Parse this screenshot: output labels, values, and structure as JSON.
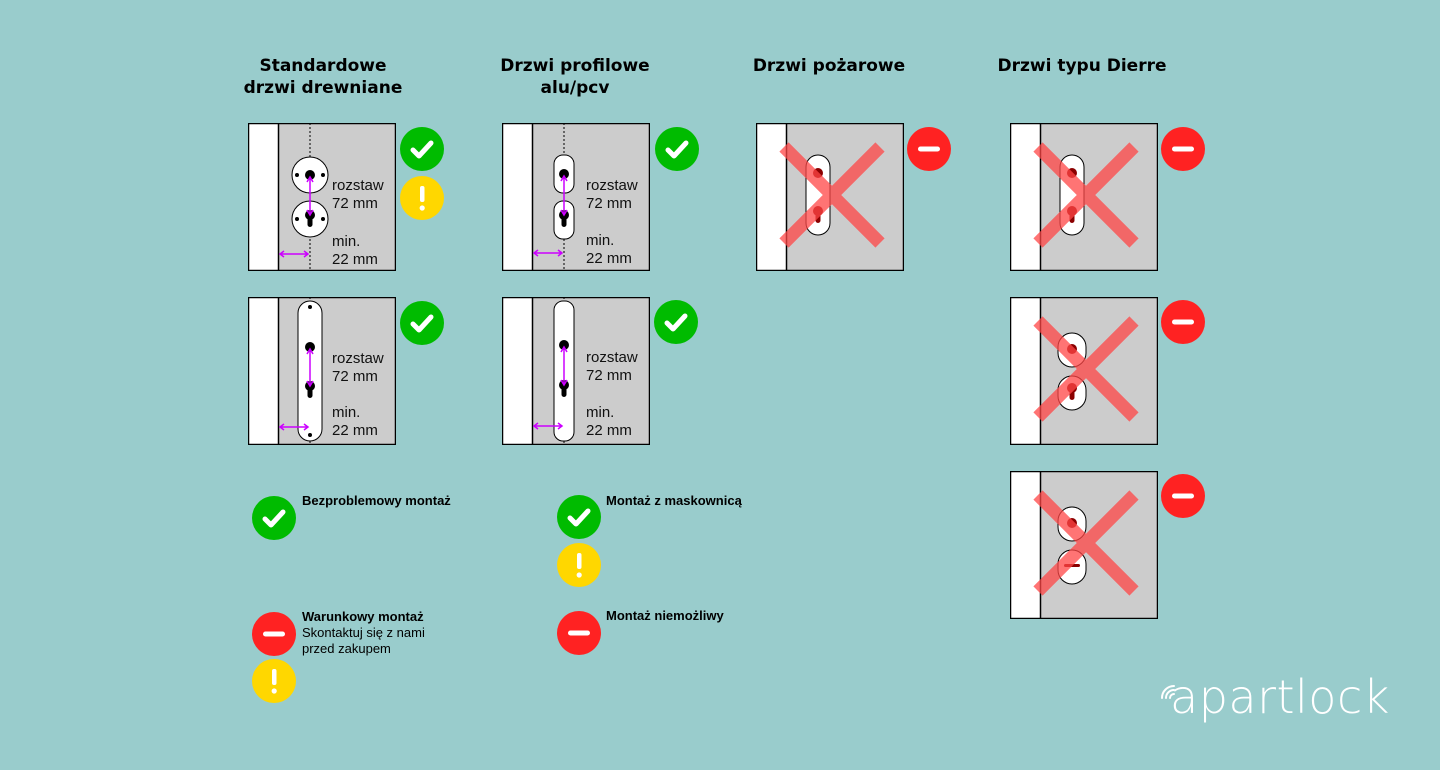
{
  "columns": [
    {
      "title_line1": "Standardowe",
      "title_line2": "drzwi drewniane"
    },
    {
      "title_line1": "Drzwi profilowe",
      "title_line2": "alu/pcv"
    },
    {
      "title_line1": "Drzwi pożarowe",
      "title_line2": ""
    },
    {
      "title_line1": "Drzwi typu Dierre",
      "title_line2": ""
    }
  ],
  "labels": {
    "spacing_1": "rozstaw",
    "spacing_2": "72 mm",
    "min_1": "min.",
    "min_2": "22 mm"
  },
  "legend": {
    "ok": "Bezproblemowy montaż",
    "cover": "Montaż z maskownicą",
    "conditional": "Warunkowy montaż",
    "conditional_note_1": "Skontaktuj się z nami",
    "conditional_note_2": "przed zakupem",
    "impossible": "Montaż niemożliwy"
  },
  "colors": {
    "ok": "#00bb00",
    "warn": "#ffd700",
    "no": "#ff2222",
    "background": "#99cccc",
    "arrow": "#cc00ff"
  },
  "brand": "apartlock"
}
